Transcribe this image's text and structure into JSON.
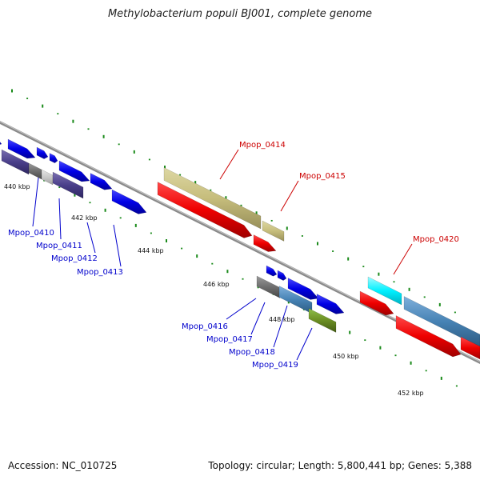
{
  "title": "Methylobacterium populi BJ001, complete genome",
  "footer": {
    "accession": "Accession: NC_010725",
    "topology": "Topology: circular; Length: 5,800,441 bp; Genes: 5,388"
  },
  "colors": {
    "backbone": "#8a8a8a",
    "tick": "#1a8a1a",
    "label_forward": "#cc0000",
    "label_reverse": "#0000cc"
  },
  "scale_ticks": [
    {
      "label": "440 kbp",
      "kbp": 440
    },
    {
      "label": "442 kbp",
      "kbp": 442
    },
    {
      "label": "444 kbp",
      "kbp": 444
    },
    {
      "label": "446 kbp",
      "kbp": 446
    },
    {
      "label": "448 kbp",
      "kbp": 448
    },
    {
      "label": "450 kbp",
      "kbp": 450
    },
    {
      "label": "452 kbp",
      "kbp": 452
    }
  ],
  "gene_labels": [
    {
      "text": "Mpop_0410",
      "strand": "reverse"
    },
    {
      "text": "Mpop_0411",
      "strand": "reverse"
    },
    {
      "text": "Mpop_0412",
      "strand": "reverse"
    },
    {
      "text": "Mpop_0413",
      "strand": "reverse"
    },
    {
      "text": "Mpop_0414",
      "strand": "forward"
    },
    {
      "text": "Mpop_0415",
      "strand": "forward"
    },
    {
      "text": "Mpop_0416",
      "strand": "reverse"
    },
    {
      "text": "Mpop_0417",
      "strand": "reverse"
    },
    {
      "text": "Mpop_0418",
      "strand": "reverse"
    },
    {
      "text": "Mpop_0419",
      "strand": "reverse"
    },
    {
      "text": "Mpop_0420",
      "strand": "forward"
    }
  ]
}
